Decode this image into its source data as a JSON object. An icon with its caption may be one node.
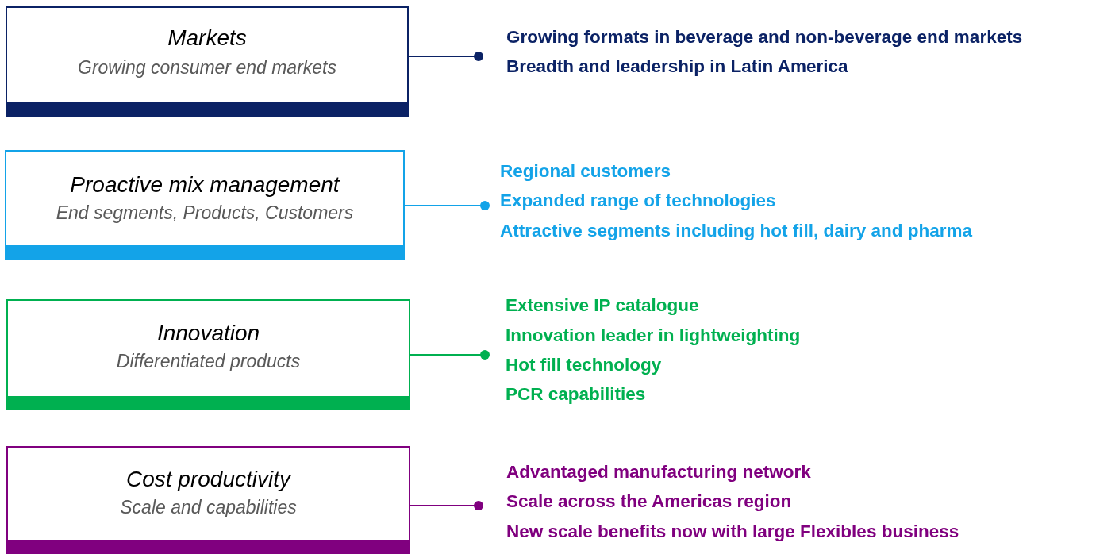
{
  "diagram": {
    "nodes": [
      {
        "text": [
          "Markets",
          "Growing consumer end markets"
        ]
      },
      {
        "text": [
          "Proactive mix management",
          "End segments, Products, Customers"
        ]
      },
      {
        "text": [
          "Innovation",
          "Differentiated products"
        ]
      },
      {
        "text": [
          "Cost productivity",
          "Scale and capabilities"
        ]
      },
      {
        "text": [
          "Growing formats in beverage and non-beverage end markets",
          "Breadth and leadership in Latin America"
        ]
      },
      {
        "text": [
          "Regional customers",
          "Expanded range of technologies",
          "Attractive segments including hot fill, dairy and pharma"
        ]
      },
      {
        "text": [
          "Extensive IP catalogue",
          "Innovation leader in lightweighting",
          "Hot fill technology",
          "PCR capabilities"
        ]
      },
      {
        "text": [
          "Advantaged manufacturing network",
          "Scale across the Americas region",
          "New scale benefits now with large Flexibles business"
        ]
      }
    ],
    "edges": [
      {
        "from": 0,
        "to": 4,
        "arrow": "other",
        "color": "#0b2265"
      },
      {
        "from": 1,
        "to": 5,
        "arrow": "other",
        "color": "#13a3e8"
      },
      {
        "from": 2,
        "to": 6,
        "arrow": "other",
        "color": "#00b050"
      },
      {
        "from": 3,
        "to": 7,
        "arrow": "other",
        "color": "#80007f"
      }
    ]
  }
}
